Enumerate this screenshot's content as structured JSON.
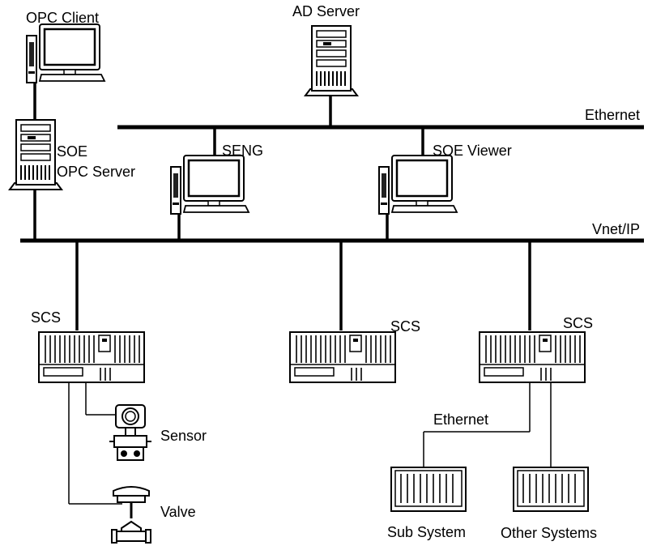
{
  "networks": {
    "ethernet_top": "Ethernet",
    "vnet": "Vnet/IP",
    "ethernet_bottom": "Ethernet"
  },
  "devices": {
    "opc_client": "OPC Client",
    "ad_server": "AD Server",
    "soe": "SOE",
    "opc_server": "OPC Server",
    "seng": "SENG",
    "soe_viewer": "SOE Viewer",
    "scs_left": "SCS",
    "scs_middle": "SCS",
    "scs_right": "SCS",
    "sensor": "Sensor",
    "valve": "Valve",
    "sub_system": "Sub System",
    "other_systems": "Other Systems"
  }
}
